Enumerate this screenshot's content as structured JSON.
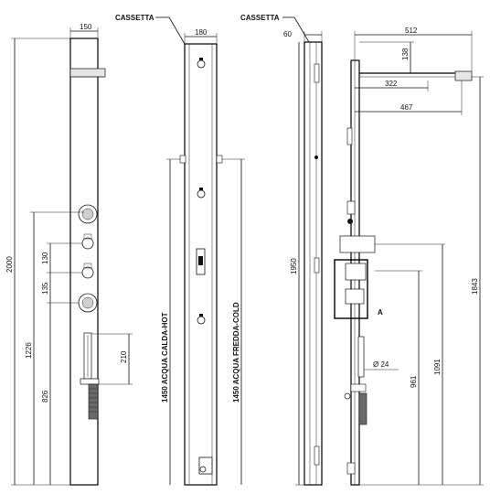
{
  "view1": {
    "width_dim": "150",
    "height_total": "2000",
    "dim_130": "130",
    "dim_135": "135",
    "dim_1226": "1226",
    "dim_826": "826",
    "dim_210": "210"
  },
  "view2": {
    "cassetta": "CASSETTA",
    "width_dim": "180",
    "hot_label": "1450 ACQUA CALDA-HOT",
    "cold_label": "1450 ACQUA FREDDA-COLD"
  },
  "view3": {
    "cassetta": "CASSETTA",
    "depth_dim": "60",
    "height_dim": "1950"
  },
  "view4": {
    "dim_512": "512",
    "dim_138": "138",
    "dim_322": "322",
    "dim_467": "467",
    "dim_1843": "1843",
    "dim_1091": "1091",
    "dim_961": "961",
    "diam": "Ø 24",
    "detail": "A"
  }
}
